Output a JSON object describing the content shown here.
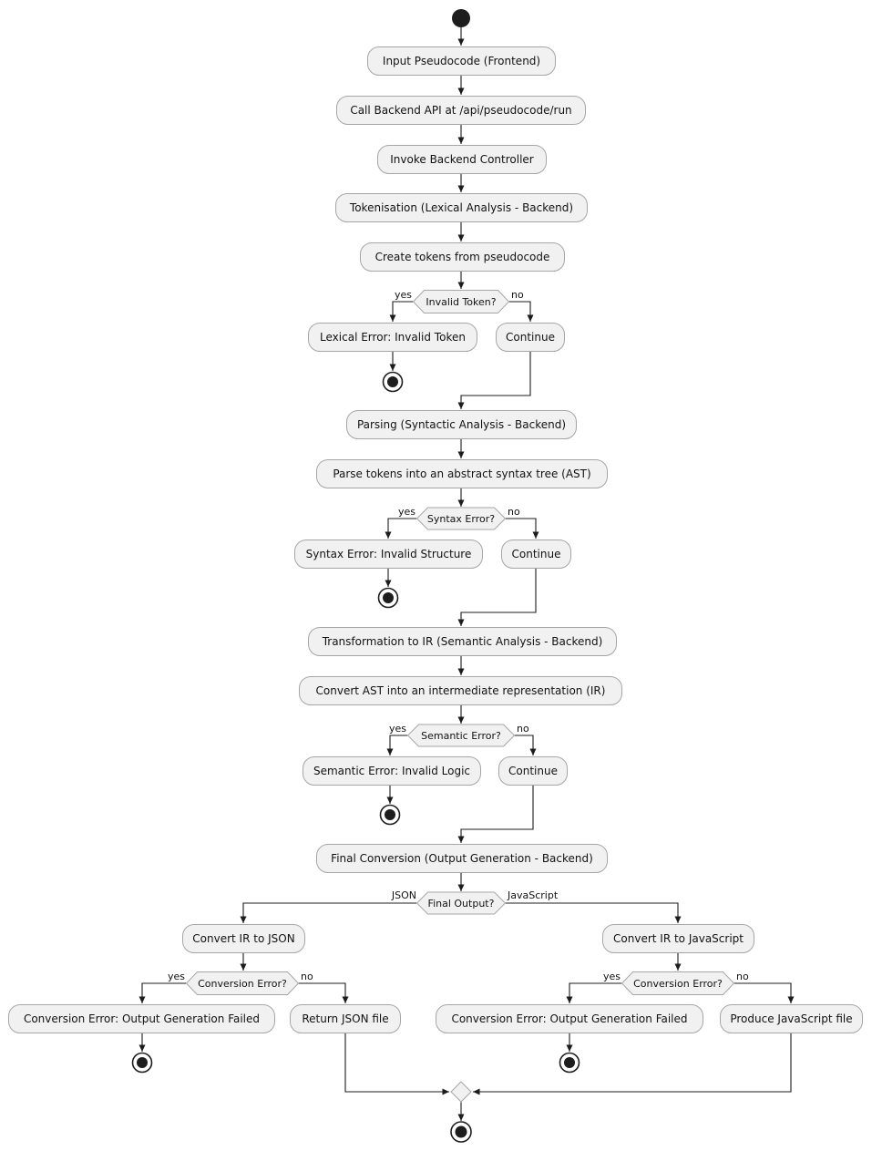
{
  "diagram": {
    "type": "activity-flowchart",
    "colors": {
      "background": "#ffffff",
      "node_fill": "#f1f1f1",
      "node_border": "#a6a6a6",
      "line": "#1c1c1c",
      "text": "#121212",
      "terminal": "#1d1d1d"
    },
    "nodes": {
      "input_pseudocode": "Input Pseudocode (Frontend)",
      "call_backend_api": "Call Backend API at /api/pseudocode/run",
      "invoke_controller": "Invoke Backend Controller",
      "tokenisation": "Tokenisation (Lexical Analysis - Backend)",
      "create_tokens": "Create tokens from pseudocode",
      "lexical_error": "Lexical Error: Invalid Token",
      "continue": "Continue",
      "parsing": "Parsing (Syntactic Analysis - Backend)",
      "parse_tokens": "Parse tokens into an abstract syntax tree (AST)",
      "syntax_error_invalid": "Syntax Error: Invalid Structure",
      "transformation_ir": "Transformation to IR (Semantic Analysis - Backend)",
      "convert_ast": "Convert AST into an intermediate representation (IR)",
      "semantic_error_invalid": "Semantic Error: Invalid Logic",
      "final_conversion": "Final Conversion (Output Generation - Backend)",
      "convert_ir_json": "Convert IR to JSON",
      "convert_ir_js": "Convert IR to JavaScript",
      "conversion_error_failed": "Conversion Error: Output Generation Failed",
      "return_json": "Return JSON file",
      "produce_js": "Produce JavaScript file"
    },
    "decisions": {
      "invalid_token": "Invalid Token?",
      "syntax_error": "Syntax Error?",
      "semantic_error": "Semantic Error?",
      "final_output": "Final Output?",
      "conversion_error": "Conversion Error?"
    },
    "edge_labels": {
      "yes": "yes",
      "no": "no",
      "json": "JSON",
      "javascript": "JavaScript"
    }
  }
}
